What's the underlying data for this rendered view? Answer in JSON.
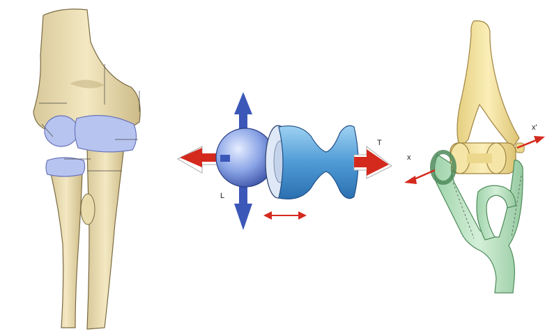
{
  "labels": {
    "L": "L",
    "T": "T",
    "x": "x",
    "x_prime": "x'"
  },
  "colors": {
    "bone": "#ede0b4",
    "cartilage": "#b8c4f0",
    "sphere": "#8aa4e6",
    "arrow_red": "#d42a1e",
    "arrow_blue": "#3b57b8",
    "ulna_model": "#eedd9a",
    "radius_model": "#b9e0c0"
  }
}
